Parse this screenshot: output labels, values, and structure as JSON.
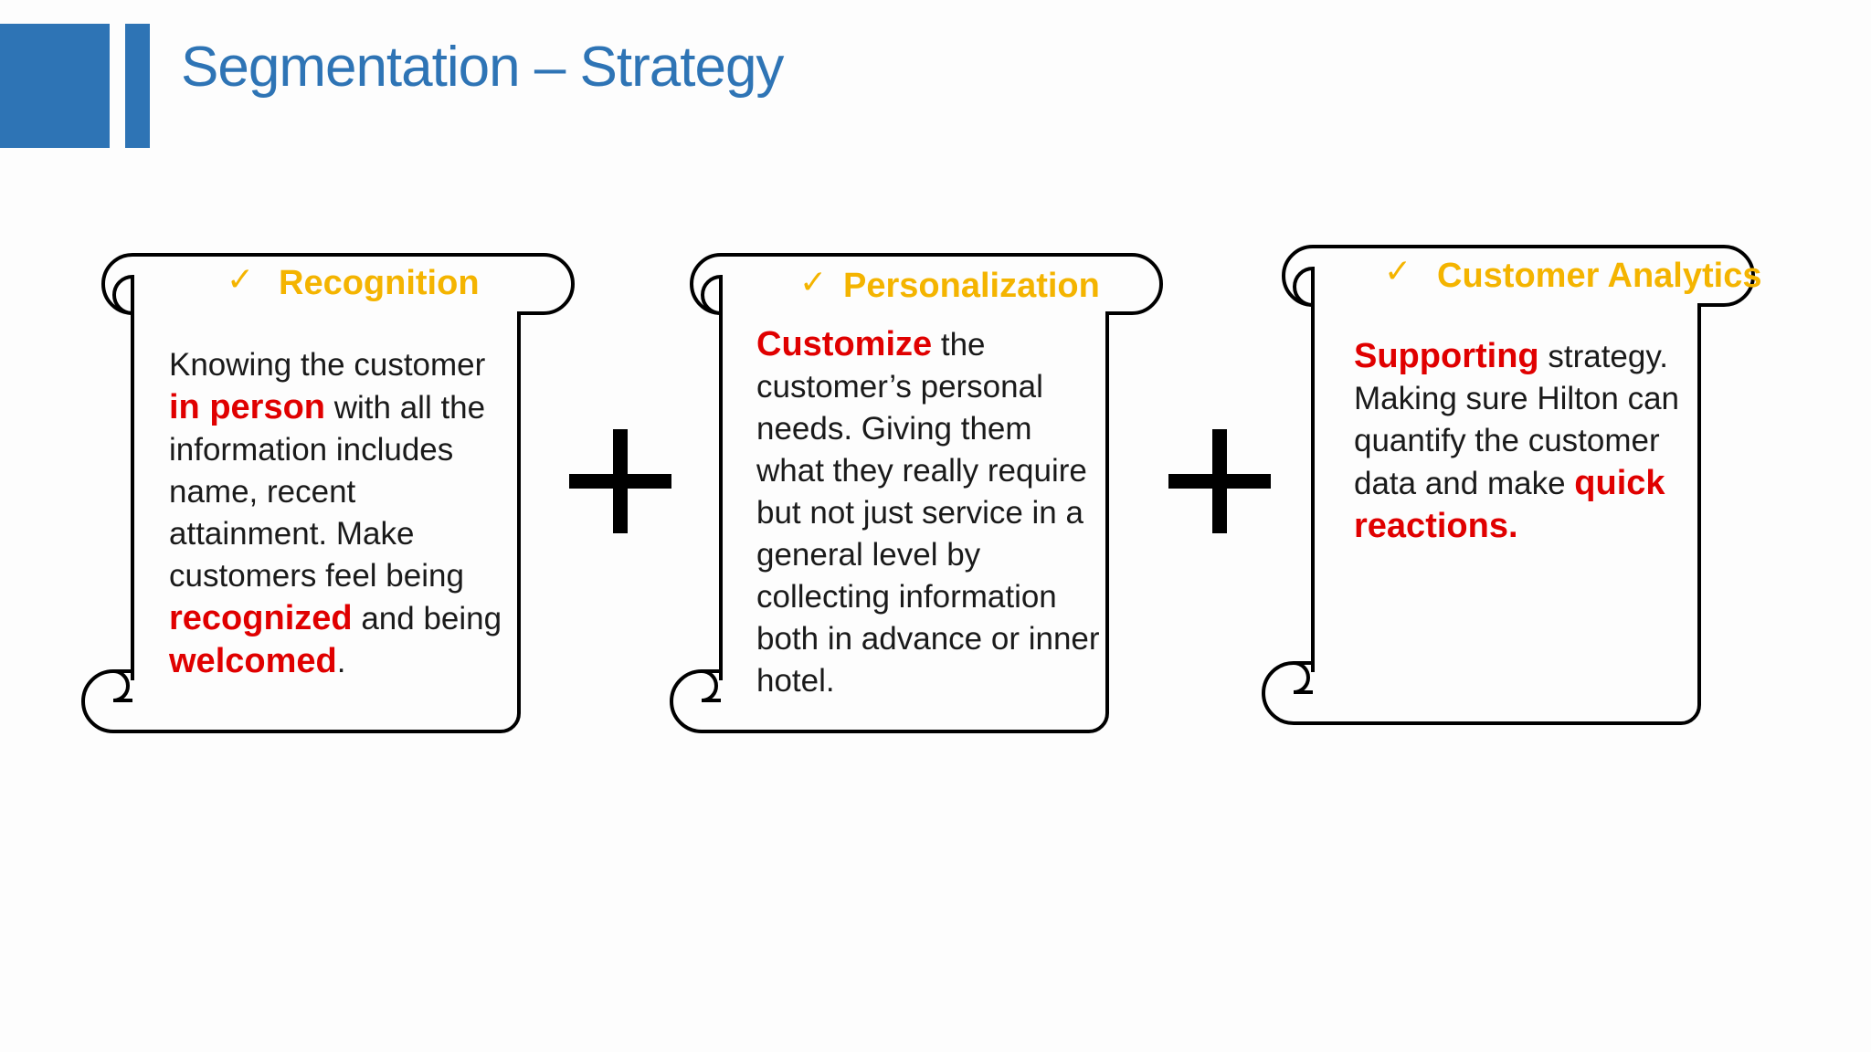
{
  "slide": {
    "title": "Segmentation – Strategy"
  },
  "colors": {
    "accent_blue": "#2e74b5",
    "title_yellow": "#f4b400",
    "highlight_red": "#e00000"
  },
  "icons": [
    "checkmark-icon",
    "plus-icon"
  ],
  "cards": [
    {
      "title": "Recognition",
      "segments": [
        {
          "text": "Knowing the customer "
        },
        {
          "text": "in person",
          "highlight": true
        },
        {
          "text": " with all the information includes name, recent attainment. Make customers feel being "
        },
        {
          "text": "recognized",
          "highlight": true
        },
        {
          "text": " and being "
        },
        {
          "text": "welcomed",
          "highlight": true
        },
        {
          "text": "."
        }
      ]
    },
    {
      "title": "Personalization",
      "segments": [
        {
          "text": "Customize",
          "highlight": true
        },
        {
          "text": " the customer’s personal needs. Giving them what they really require but not just service in a general level by collecting information both in advance or inner hotel."
        }
      ]
    },
    {
      "title": "Customer Analytics",
      "segments": [
        {
          "text": "Supporting",
          "highlight": true
        },
        {
          "text": " strategy. Making sure Hilton can quantify the customer data and make "
        },
        {
          "text": "quick reactions.",
          "highlight": true
        }
      ]
    }
  ]
}
